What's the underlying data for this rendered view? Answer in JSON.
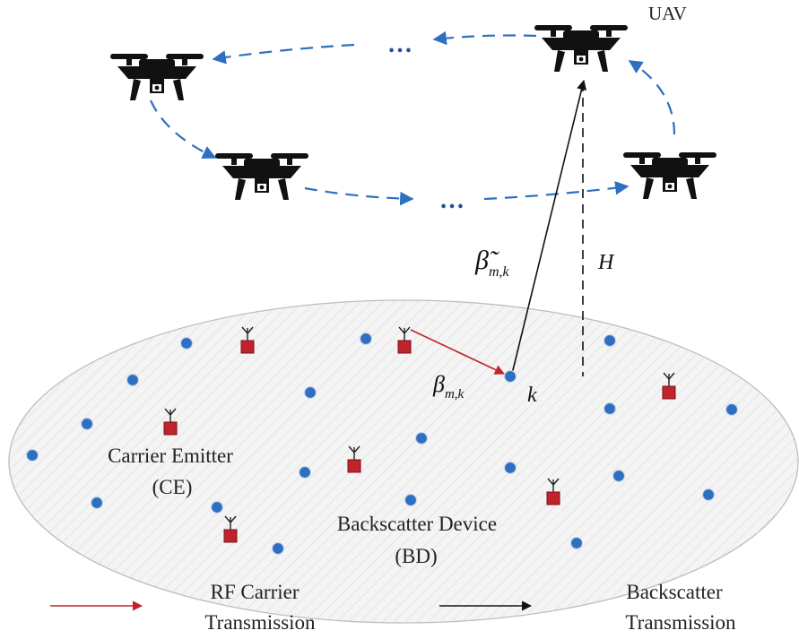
{
  "labels": {
    "uav": "UAV",
    "dots": "…",
    "carrier_emitter": "Carrier Emitter",
    "ce_abbr": "(CE)",
    "backscatter_device": "Backscatter Device",
    "bd_abbr": "(BD)",
    "height": "H",
    "device_index": "k",
    "beta_tilde_base": "β̃",
    "beta_base": "β",
    "channel_subscript": "m,k"
  },
  "legend": {
    "rf_line1": "RF Carrier",
    "rf_line2": "Transmission",
    "bs_line1": "Backscatter",
    "bs_line2": "Transmission"
  },
  "colors": {
    "ce_red": "#c0232b",
    "bd_blue": "#2e6fbf",
    "trajectory_blue": "#2e6fbf",
    "rf_arrow": "#c0232b",
    "backscatter_arrow": "#111111",
    "ground_fill": "#f2f2f2",
    "ground_edge": "#bdbdbd"
  },
  "icons": {
    "uav": "quadcopter-drone-icon",
    "ce": "antenna-emitter-icon",
    "bd": "sensor-dot-icon"
  }
}
